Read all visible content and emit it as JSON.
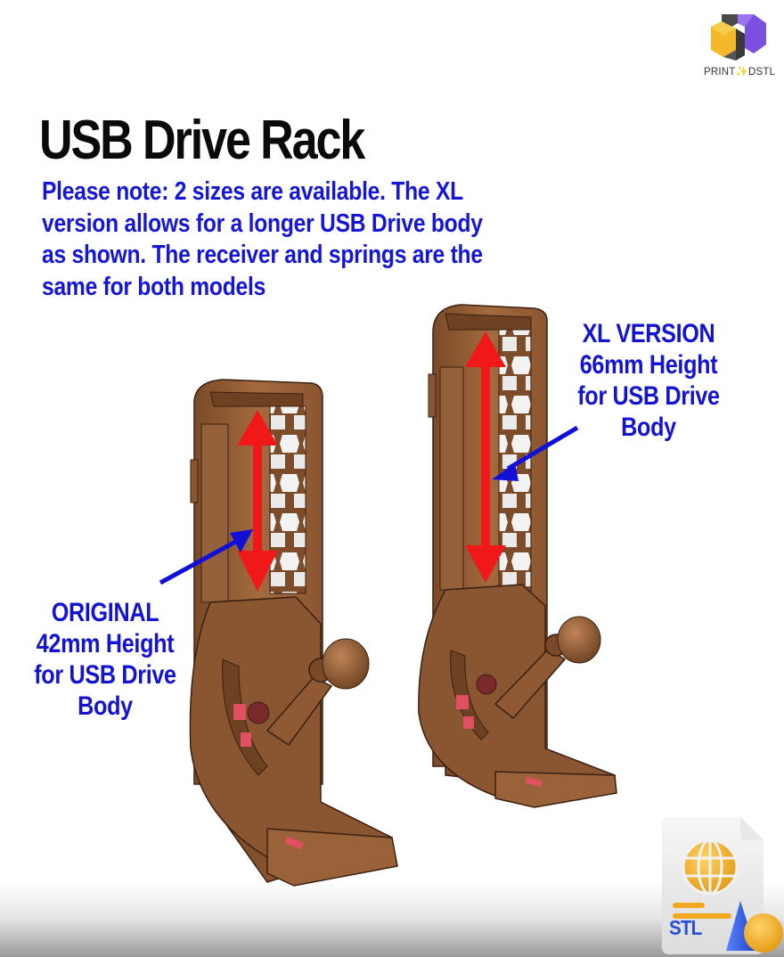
{
  "brand": {
    "logo_text": "PRINT✨DSTL",
    "logo_name": "PRINTEDSTL",
    "colors": {
      "yellow": "#f4b82a",
      "purple": "#7b4fe0",
      "dark": "#3a3a3a"
    }
  },
  "header": {
    "title": "USB Drive Rack",
    "note_lines": [
      "Please note: 2 sizes are available.  The XL",
      "version allows for a longer USB Drive body",
      "as shown.  The receiver and springs are the",
      "same for both models"
    ]
  },
  "models": [
    {
      "id": "original",
      "label_lines": [
        "ORIGINAL",
        "42mm Height",
        "for USB Drive",
        "Body"
      ],
      "height_mm": 42
    },
    {
      "id": "xl",
      "label_lines": [
        "XL VERSION",
        "66mm Height",
        "for USB Drive",
        "Body"
      ],
      "height_mm": 66
    }
  ],
  "badge": {
    "icon": "stl-file-icon",
    "text": "STL"
  },
  "colors": {
    "title": "#0a0a0a",
    "note_text": "#1616d6",
    "label_text": "#1414d0",
    "arrow_red": "#f01818",
    "pointer_blue": "#1010d8",
    "model_brown": "#9a6238"
  }
}
